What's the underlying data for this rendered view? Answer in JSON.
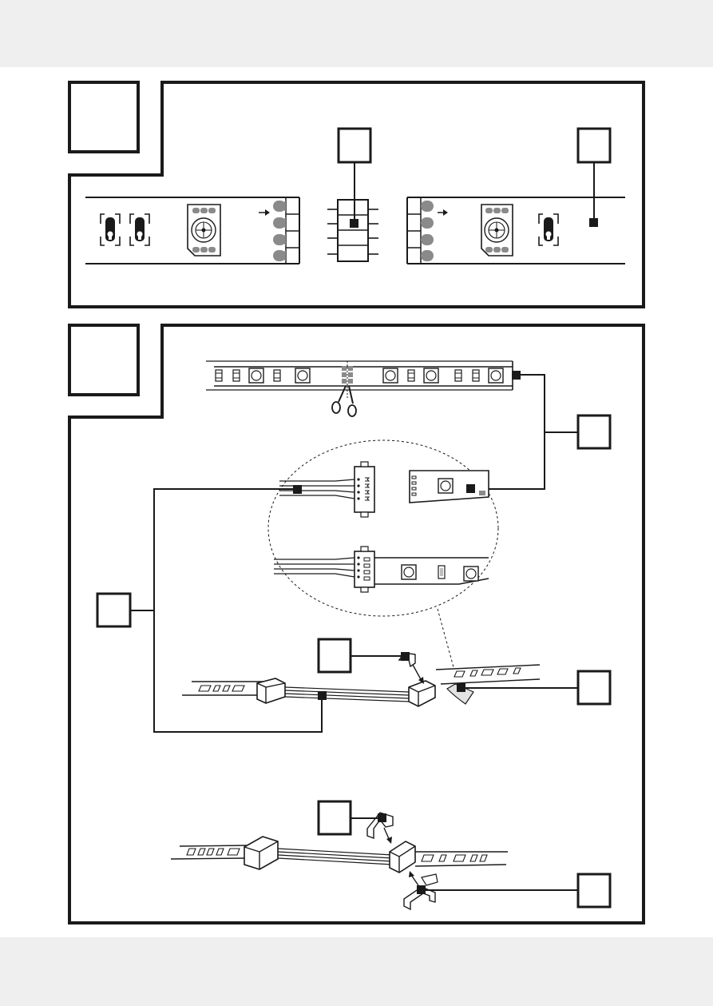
{
  "page": {
    "background_band_color": "#efefef",
    "line_color": "#1a1a1a",
    "led_gray": "#8a8a8a"
  },
  "figures": [
    {
      "id": "figure-1",
      "description_icons": [
        "led-strip-end-icon",
        "connector-block-icon",
        "led-strip-start-icon"
      ],
      "callout_boxes": 2,
      "label_box_text": ""
    },
    {
      "id": "figure-2",
      "description_icons": [
        "scissors-icon",
        "led-strip-icon",
        "magnifier-circle-icon",
        "connector-clip-icon"
      ],
      "callout_boxes": 5,
      "label_box_text": ""
    }
  ]
}
